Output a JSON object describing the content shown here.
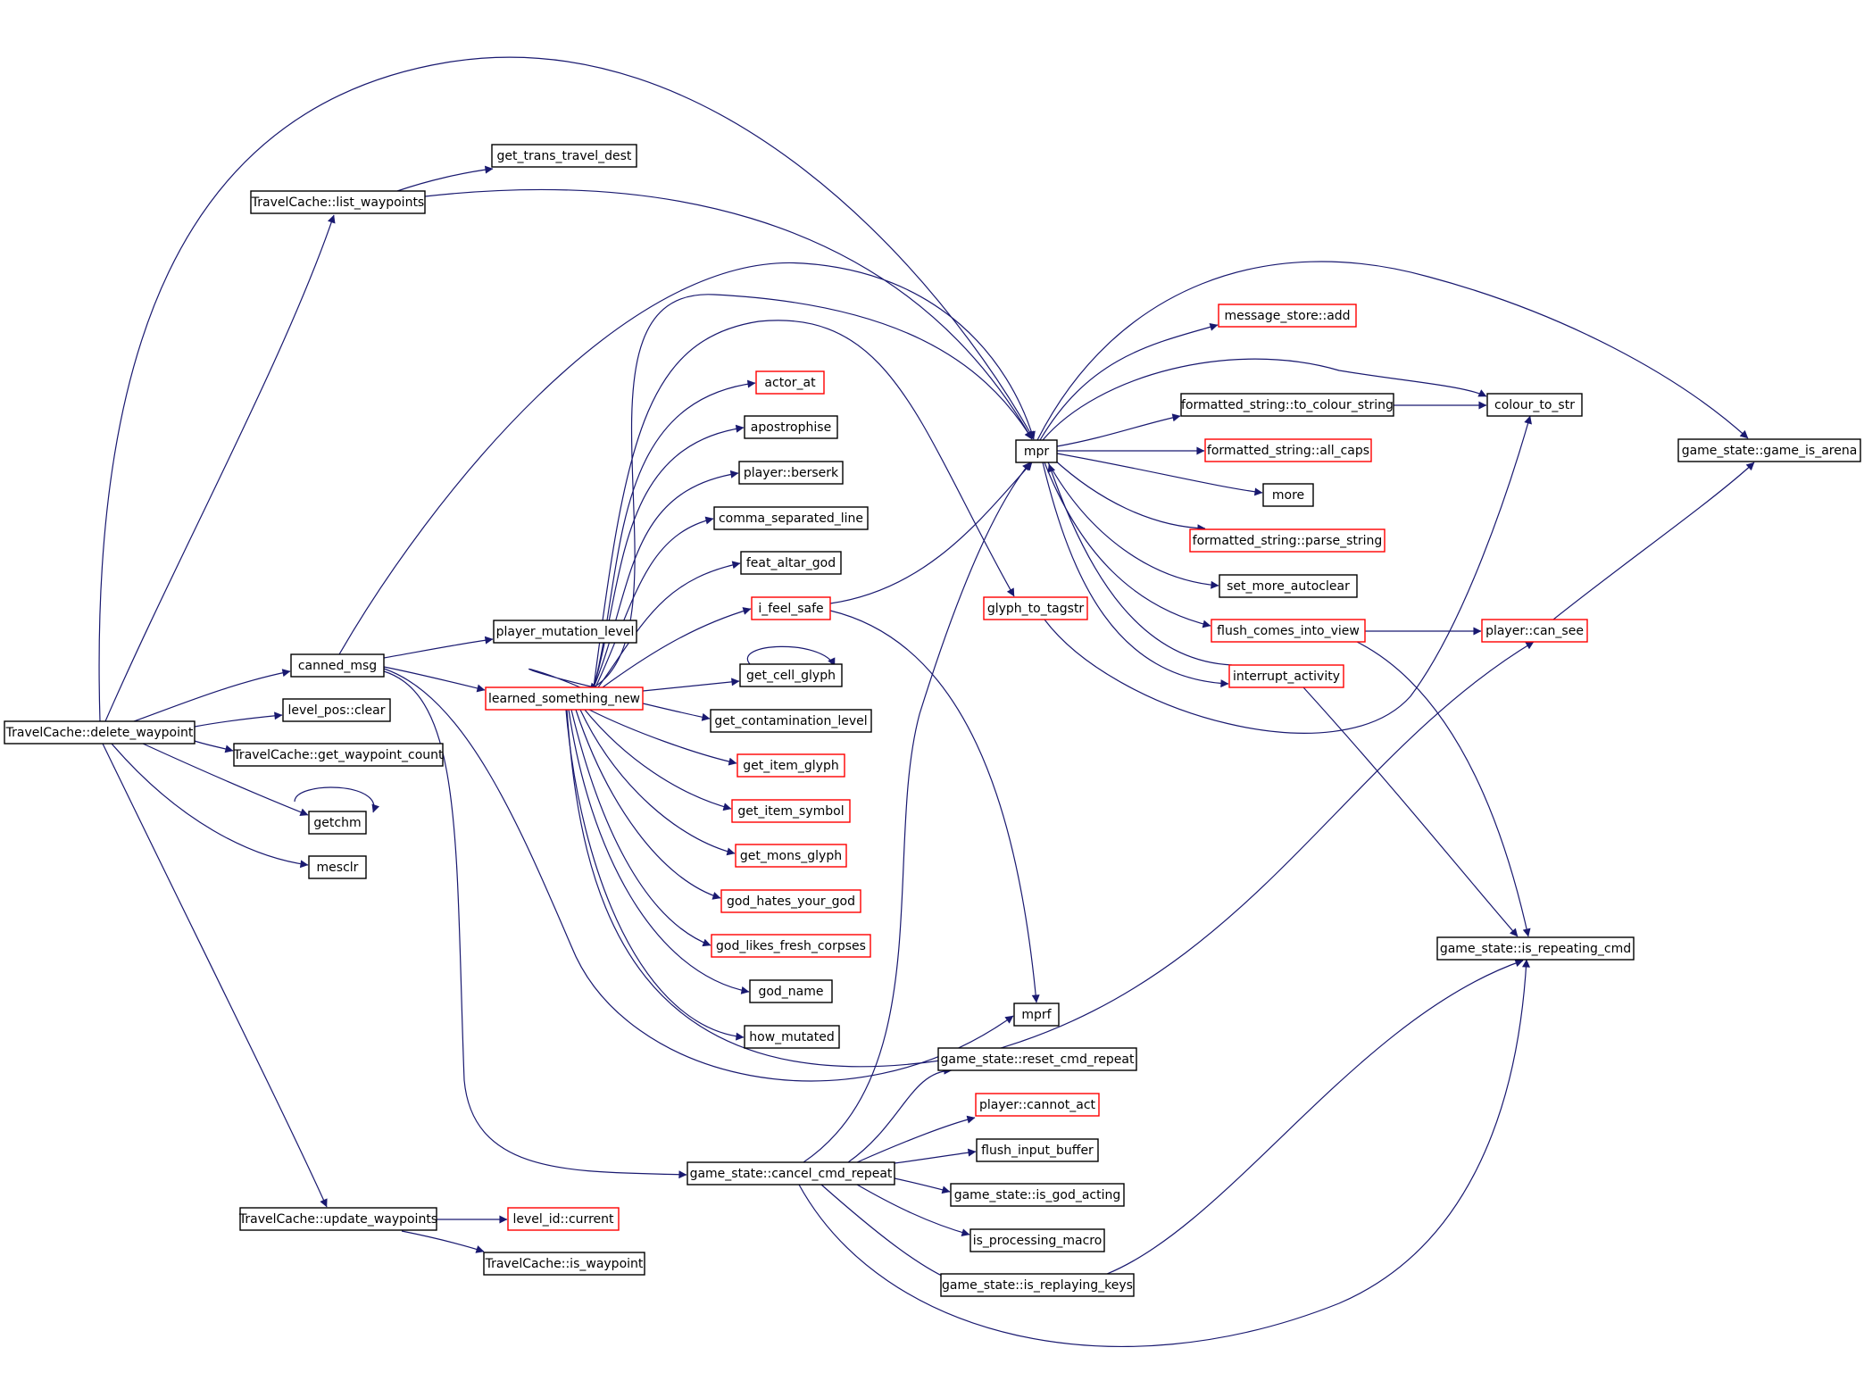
{
  "colors": {
    "edge": "#191970",
    "normal_border": "#000000",
    "external_border": "#ff0000",
    "root_fill": "#bfbfbf",
    "node_fill": "#ffffff"
  },
  "nodes": [
    {
      "id": "delete_waypoint",
      "label": "TravelCache::delete_waypoint",
      "kind": "root"
    },
    {
      "id": "list_waypoints",
      "label": "TravelCache::list_waypoints",
      "kind": "normal"
    },
    {
      "id": "get_trans_travel_dest",
      "label": "get_trans_travel_dest",
      "kind": "normal"
    },
    {
      "id": "canned_msg",
      "label": "canned_msg",
      "kind": "normal"
    },
    {
      "id": "level_pos_clear",
      "label": "level_pos::clear",
      "kind": "normal"
    },
    {
      "id": "get_waypoint_count",
      "label": "TravelCache::get_waypoint_count",
      "kind": "normal"
    },
    {
      "id": "getchm",
      "label": "getchm",
      "kind": "normal"
    },
    {
      "id": "mesclr",
      "label": "mesclr",
      "kind": "normal"
    },
    {
      "id": "update_waypoints",
      "label": "TravelCache::update_waypoints",
      "kind": "normal"
    },
    {
      "id": "level_id_current",
      "label": "level_id::current",
      "kind": "external"
    },
    {
      "id": "is_waypoint",
      "label": "TravelCache::is_waypoint",
      "kind": "normal"
    },
    {
      "id": "player_mutation_level",
      "label": "player_mutation_level",
      "kind": "normal"
    },
    {
      "id": "learned_something_new",
      "label": "learned_something_new",
      "kind": "external"
    },
    {
      "id": "actor_at",
      "label": "actor_at",
      "kind": "external"
    },
    {
      "id": "apostrophise",
      "label": "apostrophise",
      "kind": "normal"
    },
    {
      "id": "player_berserk",
      "label": "player::berserk",
      "kind": "normal"
    },
    {
      "id": "comma_separated_line",
      "label": "comma_separated_line",
      "kind": "normal"
    },
    {
      "id": "feat_altar_god",
      "label": "feat_altar_god",
      "kind": "normal"
    },
    {
      "id": "i_feel_safe",
      "label": "i_feel_safe",
      "kind": "external"
    },
    {
      "id": "get_cell_glyph",
      "label": "get_cell_glyph",
      "kind": "normal"
    },
    {
      "id": "get_contamination_level",
      "label": "get_contamination_level",
      "kind": "normal"
    },
    {
      "id": "get_item_glyph",
      "label": "get_item_glyph",
      "kind": "external"
    },
    {
      "id": "get_item_symbol",
      "label": "get_item_symbol",
      "kind": "external"
    },
    {
      "id": "get_mons_glyph",
      "label": "get_mons_glyph",
      "kind": "external"
    },
    {
      "id": "god_hates_your_god",
      "label": "god_hates_your_god",
      "kind": "external"
    },
    {
      "id": "god_likes_fresh_corpses",
      "label": "god_likes_fresh_corpses",
      "kind": "external"
    },
    {
      "id": "god_name",
      "label": "god_name",
      "kind": "normal"
    },
    {
      "id": "how_mutated",
      "label": "how_mutated",
      "kind": "normal"
    },
    {
      "id": "mpr",
      "label": "mpr",
      "kind": "normal"
    },
    {
      "id": "glyph_to_tagstr",
      "label": "glyph_to_tagstr",
      "kind": "external"
    },
    {
      "id": "mprf",
      "label": "mprf",
      "kind": "normal"
    },
    {
      "id": "reset_cmd_repeat",
      "label": "game_state::reset_cmd_repeat",
      "kind": "normal"
    },
    {
      "id": "player_cannot_act",
      "label": "player::cannot_act",
      "kind": "external"
    },
    {
      "id": "flush_input_buffer",
      "label": "flush_input_buffer",
      "kind": "normal"
    },
    {
      "id": "is_god_acting",
      "label": "game_state::is_god_acting",
      "kind": "normal"
    },
    {
      "id": "is_processing_macro",
      "label": "is_processing_macro",
      "kind": "normal"
    },
    {
      "id": "is_replaying_keys",
      "label": "game_state::is_replaying_keys",
      "kind": "normal"
    },
    {
      "id": "cancel_cmd_repeat",
      "label": "game_state::cancel_cmd_repeat",
      "kind": "normal"
    },
    {
      "id": "message_store_add",
      "label": "message_store::add",
      "kind": "external"
    },
    {
      "id": "to_colour_string",
      "label": "formatted_string::to_colour_string",
      "kind": "normal"
    },
    {
      "id": "all_caps",
      "label": "formatted_string::all_caps",
      "kind": "external"
    },
    {
      "id": "more",
      "label": "more",
      "kind": "normal"
    },
    {
      "id": "parse_string",
      "label": "formatted_string::parse_string",
      "kind": "external"
    },
    {
      "id": "set_more_autoclear",
      "label": "set_more_autoclear",
      "kind": "normal"
    },
    {
      "id": "flush_comes_into_view",
      "label": "flush_comes_into_view",
      "kind": "external"
    },
    {
      "id": "interrupt_activity",
      "label": "interrupt_activity",
      "kind": "external"
    },
    {
      "id": "colour_to_str",
      "label": "colour_to_str",
      "kind": "normal"
    },
    {
      "id": "player_can_see",
      "label": "player::can_see",
      "kind": "external"
    },
    {
      "id": "game_is_arena",
      "label": "game_state::game_is_arena",
      "kind": "normal"
    },
    {
      "id": "is_repeating_cmd",
      "label": "game_state::is_repeating_cmd",
      "kind": "normal"
    }
  ]
}
